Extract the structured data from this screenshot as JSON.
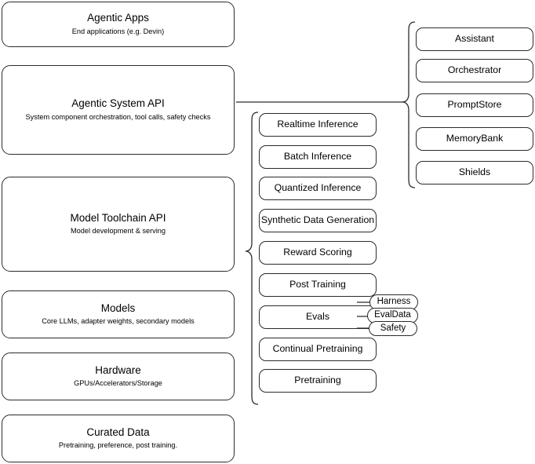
{
  "diagram": {
    "title": "AI Stack Layers Diagram",
    "stroke_color": "#2b2b2b",
    "background_color": "#ffffff"
  },
  "layers": [
    {
      "name": "agentic-apps",
      "title": "Agentic Apps",
      "subtitle": "End applications (e.g. Devin)"
    },
    {
      "name": "agentic-system-api",
      "title": "Agentic System API",
      "subtitle": "System component orchestration, tool calls, safety checks"
    },
    {
      "name": "model-toolchain-api",
      "title": "Model Toolchain API",
      "subtitle": "Model development & serving"
    },
    {
      "name": "models",
      "title": "Models",
      "subtitle": "Core LLMs, adapter weights, secondary models"
    },
    {
      "name": "hardware",
      "title": "Hardware",
      "subtitle": "GPUs/Accelerators/Storage"
    },
    {
      "name": "curated-data",
      "title": "Curated Data",
      "subtitle": "Pretraining, preference, post training."
    }
  ],
  "toolchain_components": [
    {
      "name": "realtime-inference",
      "title": "Realtime Inference"
    },
    {
      "name": "batch-inference",
      "title": "Batch Inference"
    },
    {
      "name": "quantized-inference",
      "title": "Quantized Inference"
    },
    {
      "name": "synthetic-data-generation",
      "title": "Synthetic Data Generation"
    },
    {
      "name": "reward-scoring",
      "title": "Reward Scoring"
    },
    {
      "name": "post-training",
      "title": "Post Training"
    },
    {
      "name": "evals",
      "title": "Evals"
    },
    {
      "name": "continual-pretraining",
      "title": "Continual Pretraining"
    },
    {
      "name": "pretraining",
      "title": "Pretraining"
    }
  ],
  "system_components": [
    {
      "name": "assistant",
      "title": "Assistant"
    },
    {
      "name": "orchestrator",
      "title": "Orchestrator"
    },
    {
      "name": "promptstore",
      "title": "PromptStore"
    },
    {
      "name": "memorybank",
      "title": "MemoryBank"
    },
    {
      "name": "shields",
      "title": "Shields"
    }
  ],
  "eval_tags": [
    {
      "name": "harness",
      "title": "Harness"
    },
    {
      "name": "evaldata",
      "title": "EvalData"
    },
    {
      "name": "safety",
      "title": "Safety"
    }
  ]
}
